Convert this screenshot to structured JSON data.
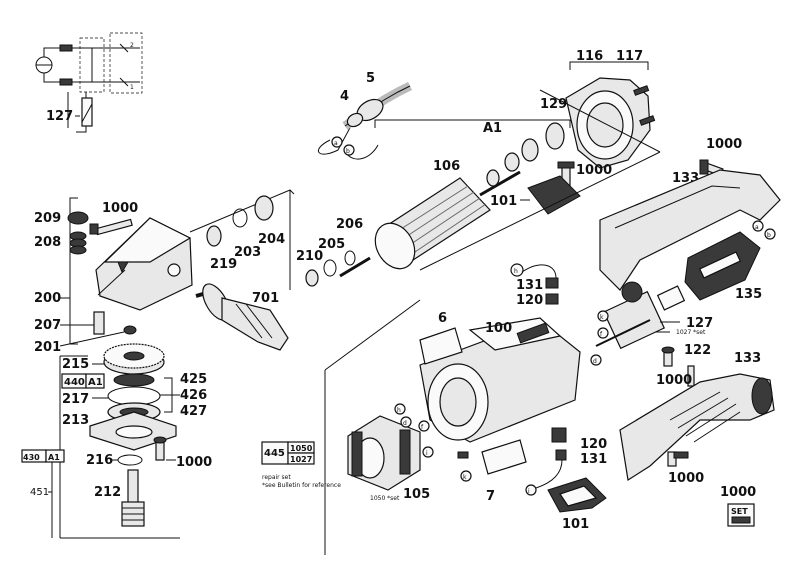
{
  "labels": {
    "p4": "4",
    "p5": "5",
    "p106": "106",
    "A1": "A1",
    "p116": "116",
    "p117": "117",
    "p129": "129",
    "p1000a": "1000",
    "p101a": "101",
    "p1000b": "1000",
    "p133a": "133",
    "p209": "209",
    "p1000c": "1000",
    "p208": "208",
    "p200": "200",
    "p207": "207",
    "p201": "201",
    "p215": "215",
    "p440": "440",
    "p440box": "A1",
    "p217": "217",
    "p213": "213",
    "p425": "425",
    "p426": "426",
    "p427": "427",
    "p430": "430",
    "p430box": "A1",
    "p216": "216",
    "p1000d": "1000",
    "p451": "451",
    "p212": "212",
    "p219": "219",
    "p203": "203",
    "p204": "204",
    "p210": "210",
    "p205": "205",
    "p206": "206",
    "p701": "701",
    "p6": "6",
    "p100": "100",
    "p131a": "131",
    "p120a": "120",
    "p127b": "127",
    "p1027set": "1027 *set",
    "p135": "135",
    "p122": "122",
    "p133b": "133",
    "p1000e": "1000",
    "p1000f": "1000",
    "p445": "445",
    "p1050": "1050",
    "p1027": "1027",
    "repair": "repair set",
    "bulletin": "*see Bulletin for reference",
    "p1050set": "1050 *set",
    "p105": "105",
    "p7": "7",
    "p120b": "120",
    "p131b": "131",
    "p101b": "101",
    "p1000g": "1000",
    "set": "SET",
    "p127a": "127",
    "a": "a",
    "b": "b",
    "h": "h",
    "f": "f",
    "d": "d",
    "k": "k",
    "i": "i",
    "c2": "2",
    "c1": "1"
  }
}
